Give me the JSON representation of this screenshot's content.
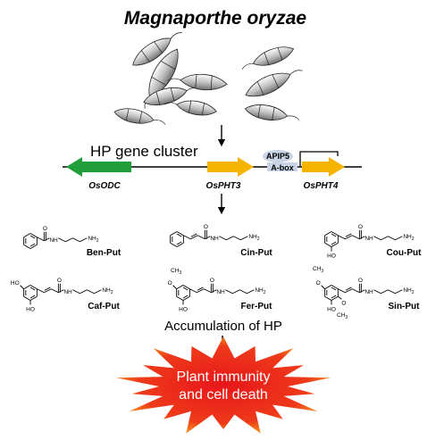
{
  "title": "Magnaporthe oryzae",
  "cluster": {
    "label": "HP gene cluster",
    "genes": [
      "OsODC",
      "OsPHT3",
      "OsPHT4"
    ],
    "motif": "APIP5",
    "box": "A-box"
  },
  "compounds": [
    "Ben-Put",
    "Cin-Put",
    "Cou-Put",
    "Caf-Put",
    "Fer-Put",
    "Sin-Put"
  ],
  "atoms": {
    "nh": "NH",
    "nh2": "NH2",
    "o": "O",
    "ho": "HO",
    "ch3": "CH3"
  },
  "accumulation": "Accumulation of HP",
  "outcome": {
    "line1": "Plant immunity",
    "line2": "and cell death"
  },
  "colors": {
    "odc_arrow": "#1f9e3a",
    "pht_arrow": "#f5b400",
    "burst_outer": "#e8161a",
    "burst_inner": "#f7a521",
    "box_fill": "#c8d3e6"
  }
}
